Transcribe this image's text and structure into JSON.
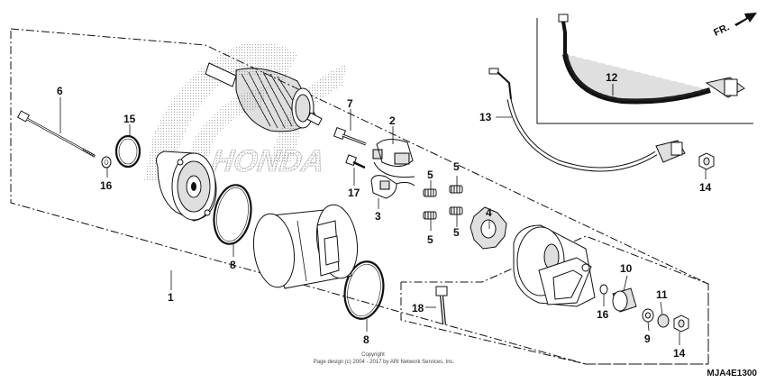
{
  "direction_label": "FR.",
  "diagram_code": "MJA4E1300",
  "watermark_brand": "HONDA",
  "copyright": {
    "line1": "Copyright",
    "line2": "Page design (c) 2004 - 2017 by ARI Network Services, Inc."
  },
  "callouts": {
    "c1": "1",
    "c2": "2",
    "c3": "3",
    "c4": "4",
    "c5a": "5",
    "c5b": "5",
    "c5c": "5",
    "c5d": "5",
    "c6": "6",
    "c7": "7",
    "c8a": "8",
    "c8b": "8",
    "c9": "9",
    "c10": "10",
    "c11": "11",
    "c12": "12",
    "c13": "13",
    "c14a": "14",
    "c14b": "14",
    "c15": "15",
    "c16a": "16",
    "c16b": "16",
    "c17": "17",
    "c18": "18"
  }
}
